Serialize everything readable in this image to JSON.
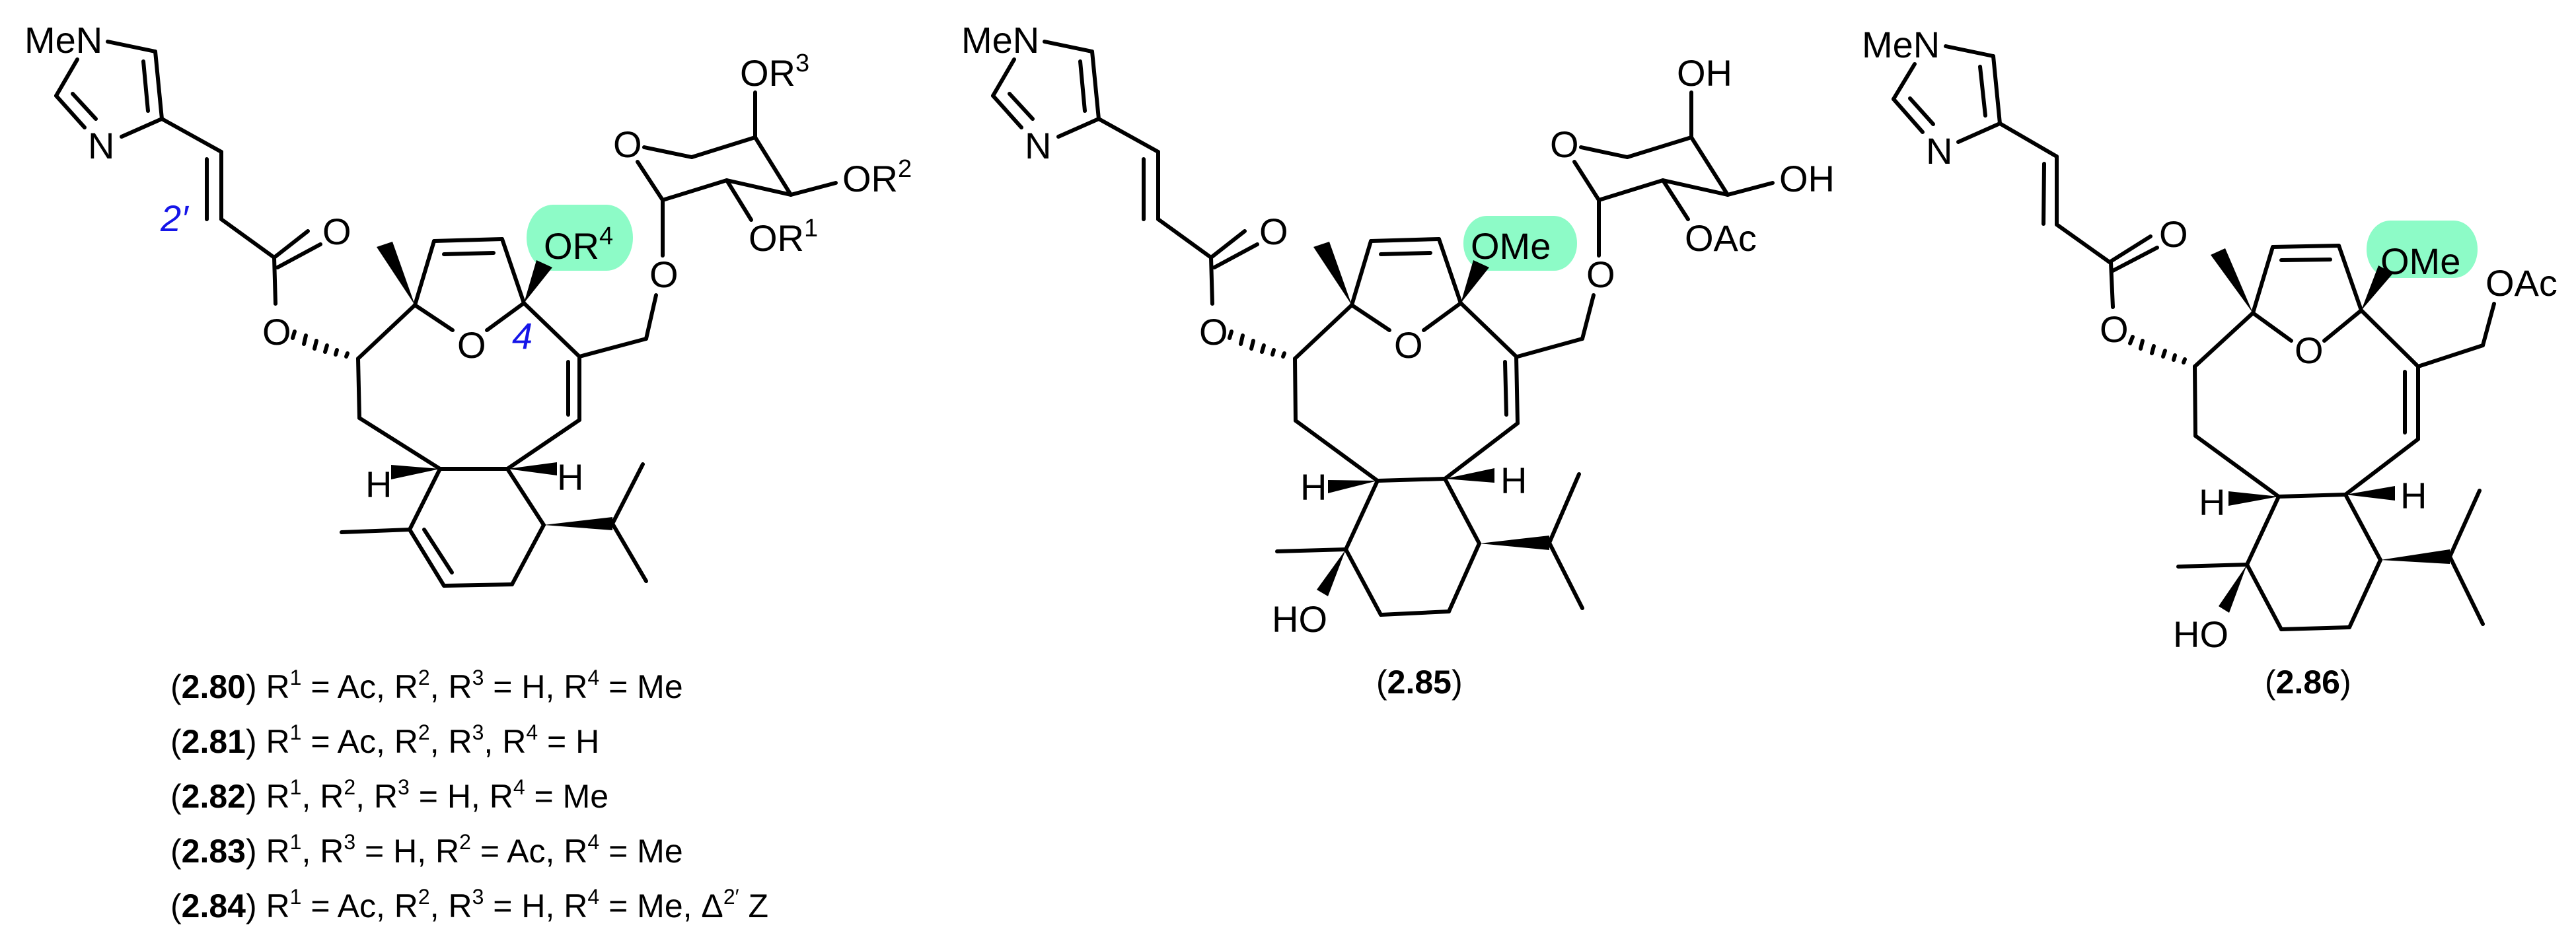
{
  "figure": {
    "type": "chemical-structure-scheme",
    "highlight_color": "#8dfbc7",
    "locant_color": "#1515e8",
    "bond_color": "#000000"
  },
  "structures": [
    {
      "id": "s1",
      "compounds": [
        "2.80",
        "2.81",
        "2.82",
        "2.83",
        "2.84"
      ],
      "labels": {
        "amine": "MeN",
        "imidazole_n": "N",
        "carbonyl_o": "O",
        "ester_o": "O",
        "ring_o": "O",
        "highlight_o": "OR",
        "highlight_sup": "4",
        "glycoside_o": "O",
        "sugar_ring_o": "O",
        "sugar_sub_top": "OR",
        "sugar_sub_top_sup": "3",
        "sugar_sub_right": "OR",
        "sugar_sub_right_sup": "2",
        "sugar_sub_bottom": "OR",
        "sugar_sub_bottom_sup": "1",
        "h_left": "H",
        "h_right": "H"
      },
      "locants": {
        "alkene": "2′",
        "spiro_carbon": "4"
      }
    },
    {
      "id": "s2",
      "caption": {
        "open": "(",
        "number": "2.85",
        "close": ")"
      },
      "labels": {
        "amine": "MeN",
        "imidazole_n": "N",
        "carbonyl_o": "O",
        "ester_o": "O",
        "ring_o": "O",
        "highlight_text": "OMe",
        "glycoside_o": "O",
        "sugar_ring_o": "O",
        "sugar_sub_top": "OH",
        "sugar_sub_right": "OH",
        "sugar_sub_bottom": "OAc",
        "h_left": "H",
        "h_right": "H",
        "hydroxyl": "HO"
      }
    },
    {
      "id": "s3",
      "caption": {
        "open": "(",
        "number": "2.86",
        "close": ")"
      },
      "labels": {
        "amine": "MeN",
        "imidazole_n": "N",
        "carbonyl_o": "O",
        "ester_o": "O",
        "ring_o": "O",
        "highlight_text": "OMe",
        "acetate": "OAc",
        "h_left": "H",
        "h_right": "H",
        "hydroxyl": "HO"
      }
    }
  ],
  "legend": [
    {
      "number": "2.80",
      "segments": [
        {
          "t": "R"
        },
        {
          "sup": "1"
        },
        {
          "t": " = Ac, R"
        },
        {
          "sup": "2"
        },
        {
          "t": ", R"
        },
        {
          "sup": "3"
        },
        {
          "t": " = H, R"
        },
        {
          "sup": "4"
        },
        {
          "t": " = Me"
        }
      ]
    },
    {
      "number": "2.81",
      "segments": [
        {
          "t": "R"
        },
        {
          "sup": "1"
        },
        {
          "t": " = Ac, R"
        },
        {
          "sup": "2"
        },
        {
          "t": ", R"
        },
        {
          "sup": "3"
        },
        {
          "t": ", R"
        },
        {
          "sup": "4"
        },
        {
          "t": " = H"
        }
      ]
    },
    {
      "number": "2.82",
      "segments": [
        {
          "t": "R"
        },
        {
          "sup": "1"
        },
        {
          "t": ", R"
        },
        {
          "sup": "2"
        },
        {
          "t": ", R"
        },
        {
          "sup": "3"
        },
        {
          "t": " = H, R"
        },
        {
          "sup": "4"
        },
        {
          "t": " = Me"
        }
      ]
    },
    {
      "number": "2.83",
      "segments": [
        {
          "t": "R"
        },
        {
          "sup": "1"
        },
        {
          "t": ", R"
        },
        {
          "sup": "3"
        },
        {
          "t": " = H, R"
        },
        {
          "sup": "2"
        },
        {
          "t": " = Ac, R"
        },
        {
          "sup": "4"
        },
        {
          "t": " = Me"
        }
      ]
    },
    {
      "number": "2.84",
      "segments": [
        {
          "t": "R"
        },
        {
          "sup": "1"
        },
        {
          "t": " = Ac, R"
        },
        {
          "sup": "2"
        },
        {
          "t": ", R"
        },
        {
          "sup": "3"
        },
        {
          "t": " = H, R"
        },
        {
          "sup": "4"
        },
        {
          "t": " = Me, Δ"
        },
        {
          "sup": "2′"
        },
        {
          "t": " Z"
        }
      ]
    }
  ]
}
